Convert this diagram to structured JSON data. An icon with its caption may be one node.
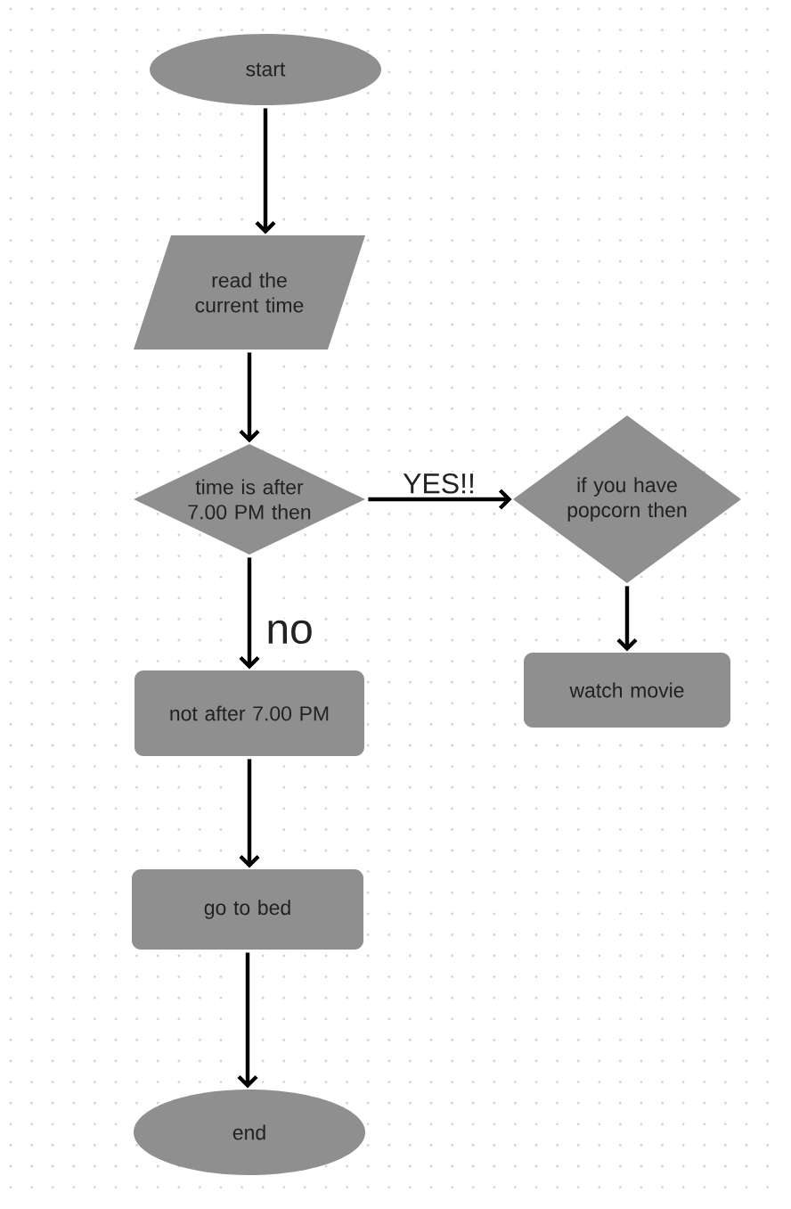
{
  "diagram": {
    "nodes": [
      {
        "text": [
          "start"
        ]
      },
      {
        "text": [
          "read the current time"
        ]
      },
      {
        "text": [
          "time is after 7.00 PM then"
        ]
      },
      {
        "text": [
          "if you have popcorn then"
        ]
      },
      {
        "text": [
          "not after 7.00 PM"
        ]
      },
      {
        "text": [
          "watch movie"
        ]
      },
      {
        "text": [
          "go to bed"
        ]
      },
      {
        "text": [
          "end"
        ]
      }
    ],
    "edges": [
      {
        "from": 0,
        "to": 1,
        "arrow": "to"
      },
      {
        "from": 1,
        "to": 2,
        "arrow": "to"
      },
      {
        "from": 2,
        "to": 3,
        "arrow": "to",
        "label": "YES!!"
      },
      {
        "from": 2,
        "to": 4,
        "arrow": "to",
        "label": "no"
      },
      {
        "from": 3,
        "to": 5,
        "arrow": "to"
      },
      {
        "from": 4,
        "to": 6,
        "arrow": "to"
      },
      {
        "from": 6,
        "to": 7,
        "arrow": "to"
      }
    ]
  }
}
